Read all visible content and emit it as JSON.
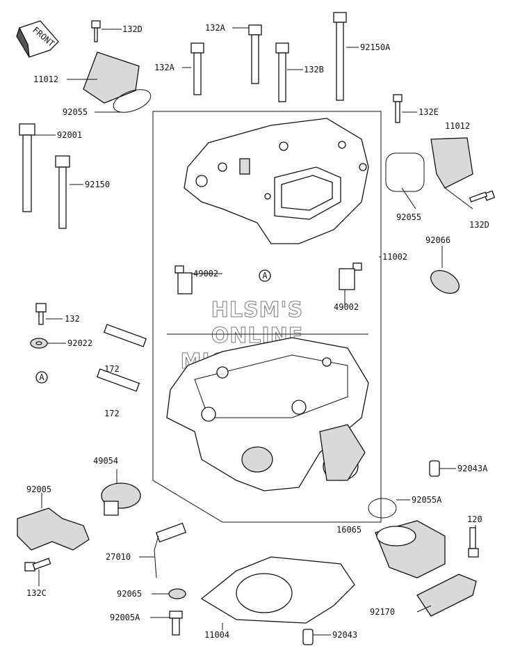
{
  "front_label": "FRONT",
  "watermark": {
    "line1": "HLSM'S",
    "line2": "ONLINE",
    "line3": "MICROFICHE"
  },
  "ref_marker": "A",
  "labels": {
    "l_132D_top": "132D",
    "l_132A_top": "132A",
    "l_92150A": "92150A",
    "l_11012_left": "11012",
    "l_132A_left": "132A",
    "l_132B": "132B",
    "l_92055_left": "92055",
    "l_132E": "132E",
    "l_92001": "92001",
    "l_11012_right": "11012",
    "l_92150": "92150",
    "l_92055_right": "92055",
    "l_132D_right": "132D",
    "l_92066": "92066",
    "l_49002_left": "49002",
    "l_11002": "11002",
    "l_49002_right": "49002",
    "l_132": "132",
    "l_92022": "92022",
    "l_172_a": "172",
    "l_172_b": "172",
    "l_49054": "49054",
    "l_92043A": "92043A",
    "l_92005": "92005",
    "l_92055A": "92055A",
    "l_120": "120",
    "l_16065": "16065",
    "l_27010": "27010",
    "l_132C": "132C",
    "l_92065": "92065",
    "l_92170": "92170",
    "l_92005A": "92005A",
    "l_11004": "11004",
    "l_92043": "92043"
  }
}
